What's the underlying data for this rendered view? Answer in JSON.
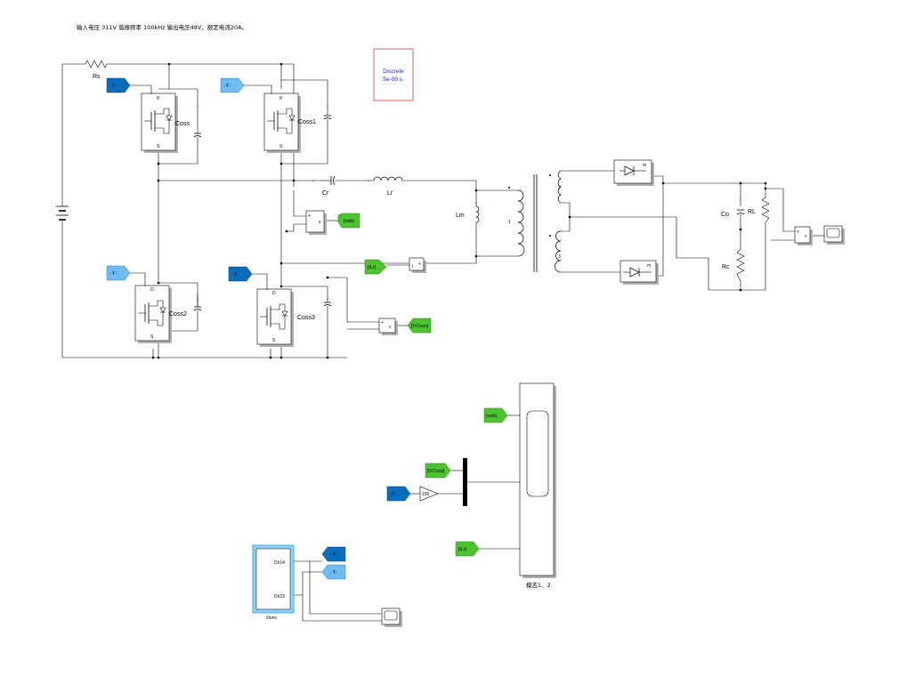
{
  "header": {
    "description": "输入电压 311V 谐振频率 100kHz  输出电压48V，额定电流20A。"
  },
  "powergui": {
    "line1": "Discrete",
    "line2": "5e-09 s."
  },
  "components": {
    "rs": "Rs",
    "coss": "Coss",
    "coss1": "Coss1",
    "coss2": "Coss2",
    "coss3": "Coss3",
    "cr": "Cr",
    "lr": "Lr",
    "lm": "Lm",
    "co": "Co",
    "rl": "RL",
    "rc": "Rc",
    "winding1": "1",
    "winding2": "2",
    "winding3": "3"
  },
  "tags": {
    "from_t": "-T-",
    "goto_t": "-T-",
    "vab": "[vab]",
    "ilr": "[iLr]",
    "vcoss": "[VCoss]"
  },
  "blocks": {
    "gain": "156",
    "sfunc_out1": "Dri14",
    "sfunc_out2": "Dri23",
    "sfunc_name": "sfunc",
    "scope_big_label": "模态1、2",
    "meas_v": "v",
    "meas_i": "i",
    "diode_m": "m",
    "mos_g": "g",
    "mos_s": "S",
    "mos_d": "D",
    "plus": "+",
    "minus": "-"
  },
  "colors": {
    "goto_dark": "#0a6ebd",
    "goto_light": "#6ebcf2",
    "from_green": "#4cc42d",
    "powergui_border": "#d3383a",
    "powergui_text": "#1a1aff"
  }
}
